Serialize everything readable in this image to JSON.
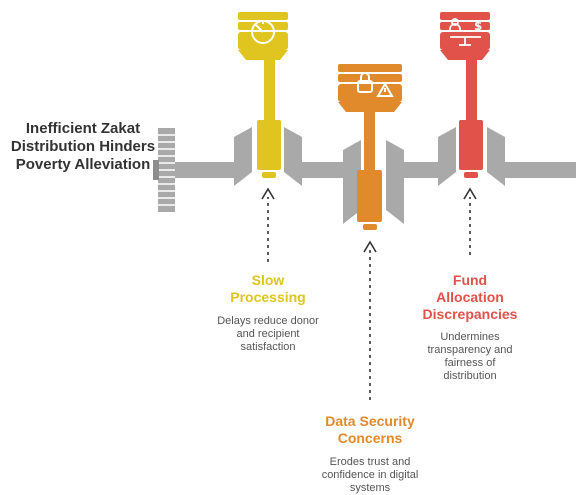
{
  "title": "Inefficient Zakat Distribution Hinders Poverty Alleviation",
  "colors": {
    "yellow": "#E0C41F",
    "orange": "#E08A2C",
    "red": "#E0524A",
    "gray": "#A9A9A9",
    "dark_gray": "#8C8C8C",
    "title_text": "#333333",
    "desc_text": "#555555"
  },
  "pistons": [
    {
      "key": "slow",
      "icon": "gauge-icon",
      "title_lines": [
        "Slow",
        "Processing"
      ],
      "desc_lines": [
        "Delays reduce donor",
        "and recipient",
        "satisfaction"
      ],
      "color": "#E0C41F"
    },
    {
      "key": "security",
      "icon": "lock-warning-icon",
      "title_lines": [
        "Data Security",
        "Concerns"
      ],
      "desc_lines": [
        "Erodes trust and",
        "confidence in digital",
        "systems"
      ],
      "color": "#E08A2C"
    },
    {
      "key": "fund",
      "icon": "people-dollar-scale-icon",
      "title_lines": [
        "Fund",
        "Allocation",
        "Discrepancies"
      ],
      "desc_lines": [
        "Undermines",
        "transparency and",
        "fairness of",
        "distribution"
      ],
      "color": "#E0524A"
    }
  ]
}
